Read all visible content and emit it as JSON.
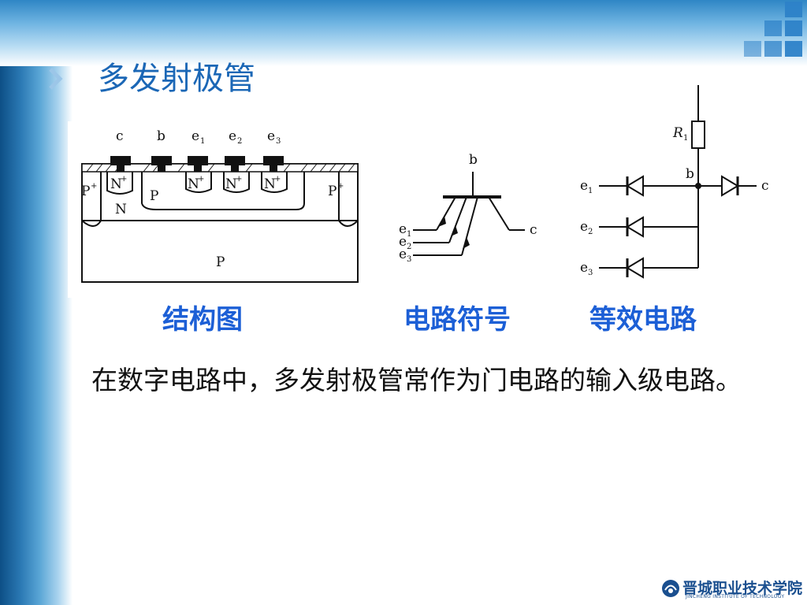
{
  "slide": {
    "title": "多发射极管",
    "captions": {
      "structure": "结构图",
      "symbol": "电路符号",
      "equivalent": "等效电路"
    },
    "paragraph": "在数字电路中，多发射极管常作为门电路的输入级电路。"
  },
  "structure_diagram": {
    "terminals": {
      "c": "c",
      "b": "b",
      "e": "e"
    },
    "emitter_subscripts": [
      "1",
      "2",
      "3"
    ],
    "regions": {
      "p_plus": "P",
      "n_plus": "N",
      "plus_sup": "+",
      "base_p": "P",
      "collector_n": "N",
      "substrate_p": "P"
    }
  },
  "symbol_diagram": {
    "base": "b",
    "collector": "c",
    "emitter": "e",
    "emitter_subscripts": [
      "1",
      "2",
      "3"
    ]
  },
  "equivalent_circuit": {
    "resistor": "R",
    "resistor_subscript": "1",
    "base_node": "b",
    "collector": "c",
    "emitter": "e",
    "emitter_subscripts": [
      "1",
      "2",
      "3"
    ]
  },
  "logo": {
    "name": "晋城职业技术学院",
    "english": "JINCHENG INSTITUTE OF TECHNOLOGY"
  },
  "colors": {
    "title": "#1b67b6",
    "caption": "#1c5fd6",
    "band": "#2d82c8"
  }
}
